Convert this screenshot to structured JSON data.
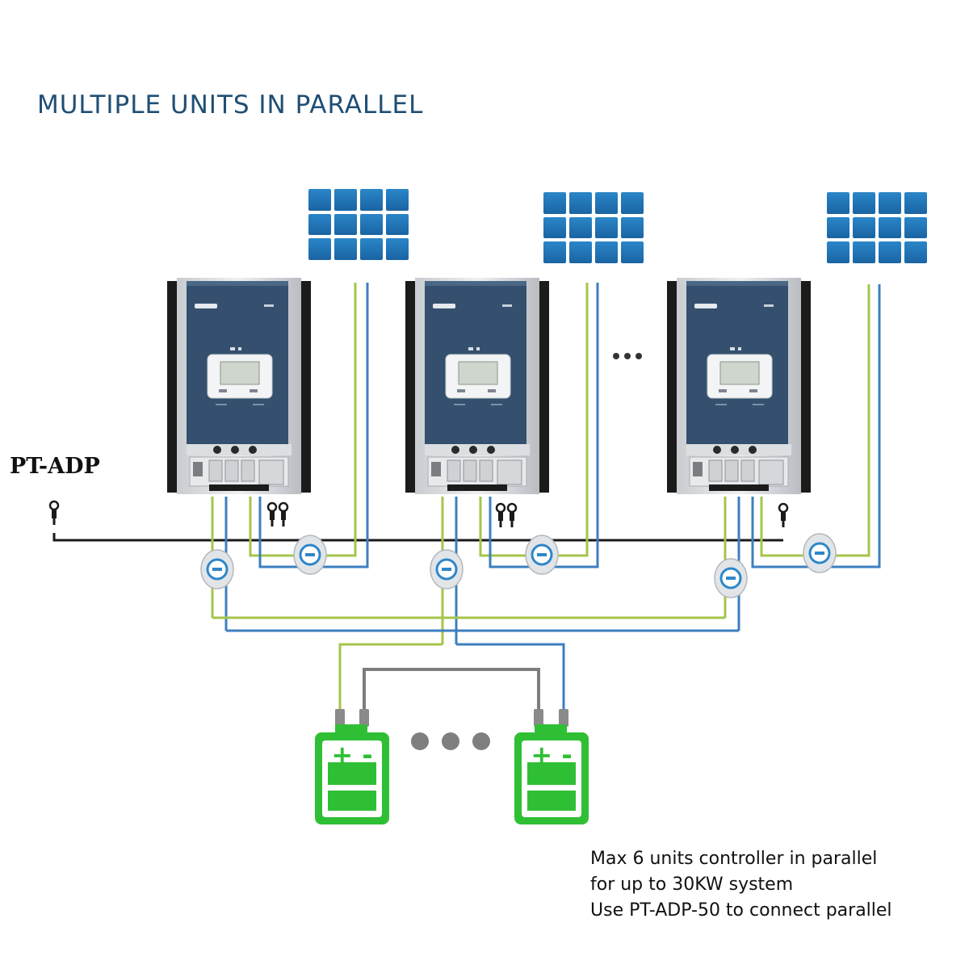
{
  "title": "MULTIPLE UNITS IN PARALLEL",
  "adapter_label": "PT-ADP",
  "notes": [
    "Max 6 units controller in parallel",
    "for up to 30KW system",
    "Use PT-ADP-50 to connect parallel"
  ],
  "battery_terminal_label": "+ -",
  "colors": {
    "title": "#1f4e74",
    "panel": "#1f73b3",
    "controller_face": "#34506e",
    "positive_wire": "#a4c54a",
    "negative_wire": "#3c7fc0",
    "parallel_cable": "#1a1a1a",
    "battery": "#2fbf35",
    "battery_link": "#7d7d7d",
    "ellipsis_dots": "#7f7f7f"
  },
  "icons": [
    "solar-panel-icon",
    "charge-controller-icon",
    "battery-icon",
    "connector-icon",
    "mc4-connector-icon"
  ]
}
